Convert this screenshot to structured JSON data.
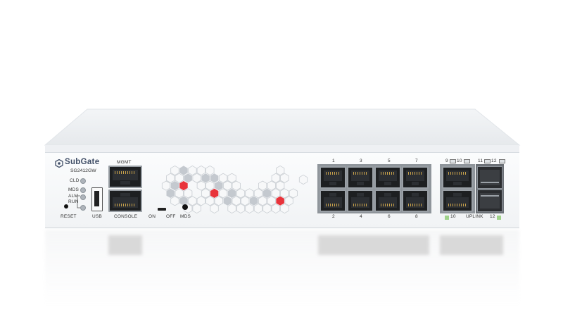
{
  "device": {
    "brand": "SubGate",
    "model": "SG2412GW"
  },
  "labels": {
    "mgmt": "MGMT",
    "console": "CONSOLE",
    "usb": "USB",
    "reset": "RESET",
    "cld": "CLD",
    "mds_led": "MDS",
    "alm": "ALM",
    "run": "RUN",
    "on": "ON",
    "off": "OFF",
    "mds_btn": "MDS",
    "uplink": "UPLINK"
  },
  "port_numbers_top": [
    "1",
    "3",
    "5",
    "7"
  ],
  "port_numbers_bottom": [
    "2",
    "4",
    "6",
    "8"
  ],
  "uplink_numbers_top": [
    "9",
    "10",
    "11",
    "12"
  ],
  "uplink_numbers_bottom": [
    "10",
    "12"
  ],
  "colors": {
    "brand": "#3f4d66",
    "hex_red": "#e8333a",
    "hex_gray": "#c4c9cf",
    "led_green": "#9fd28a"
  }
}
